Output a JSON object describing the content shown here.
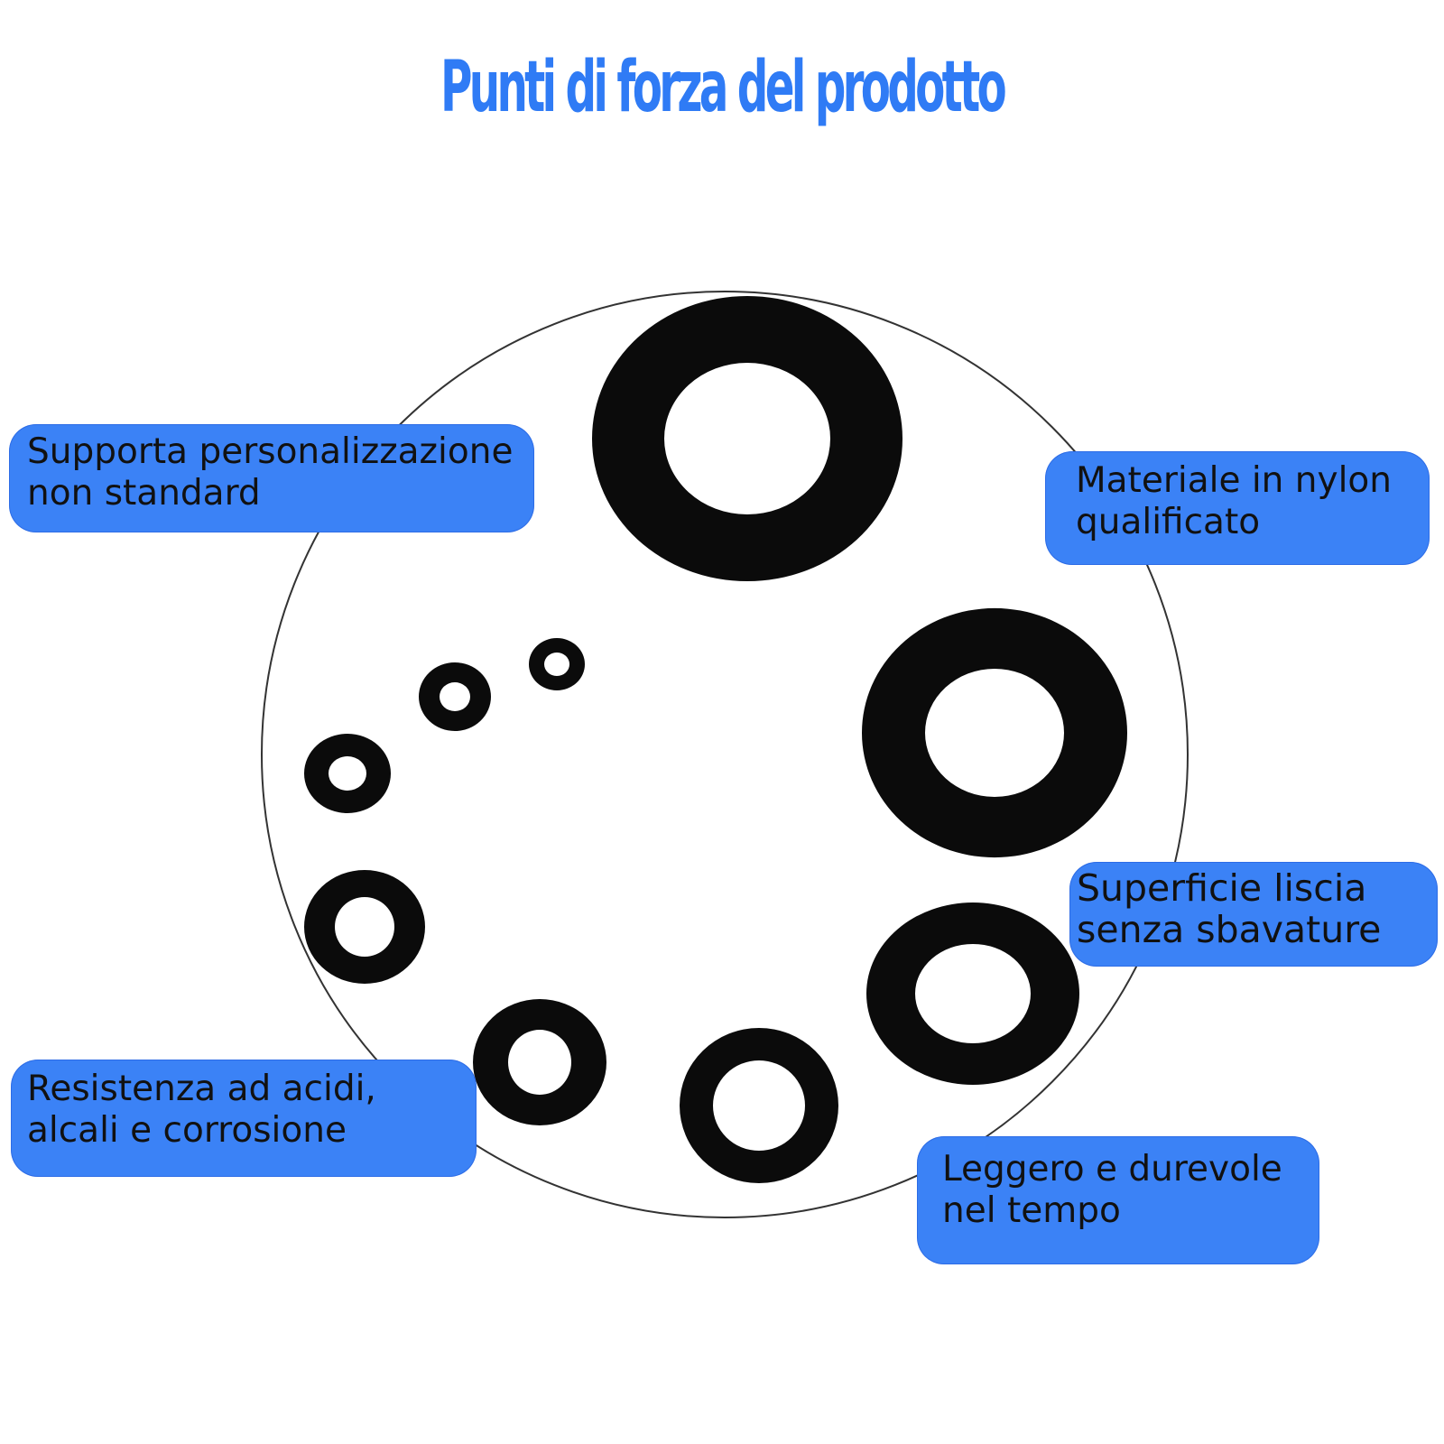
{
  "title": "Punti di forza del prodotto",
  "colors": {
    "title": "#2F7BF5",
    "callout": "#3B82F6",
    "washer": "#0b0b0b",
    "circle_outline": "#333333"
  },
  "features": [
    {
      "id": "custom",
      "lines": [
        "Supporta personalizzazione",
        "non standard"
      ]
    },
    {
      "id": "material",
      "lines": [
        "Materiale in nylon",
        "qualificato"
      ]
    },
    {
      "id": "surface",
      "lines": [
        "Superficie liscia",
        "senza sbavature"
      ]
    },
    {
      "id": "resistant",
      "lines": [
        "Resistenza ad acidi,",
        "alcali e corrosione"
      ]
    },
    {
      "id": "durable",
      "lines": [
        "Leggero e durevole",
        "nel tempo"
      ]
    }
  ]
}
